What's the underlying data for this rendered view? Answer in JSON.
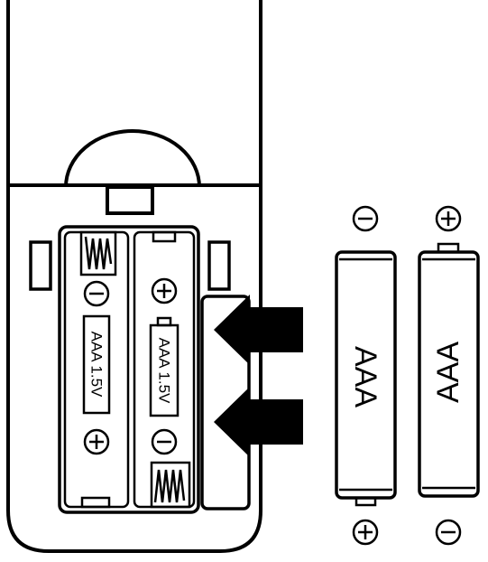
{
  "compartment": {
    "slot_left": {
      "label": "AAA 1.5V",
      "top_polarity": "minus-icon",
      "bottom_polarity": "plus-icon"
    },
    "slot_right": {
      "label": "AAA 1.5V",
      "top_polarity": "plus-icon",
      "bottom_polarity": "minus-icon"
    }
  },
  "batteries": [
    {
      "label": "AAA",
      "top_polarity": "minus-icon",
      "bottom_polarity": "plus-icon"
    },
    {
      "label": "AAA",
      "top_polarity": "plus-icon",
      "bottom_polarity": "minus-icon"
    }
  ],
  "arrows": {
    "count": 2,
    "direction": "left"
  },
  "colors": {
    "ink": "#000000",
    "background": "#ffffff"
  }
}
